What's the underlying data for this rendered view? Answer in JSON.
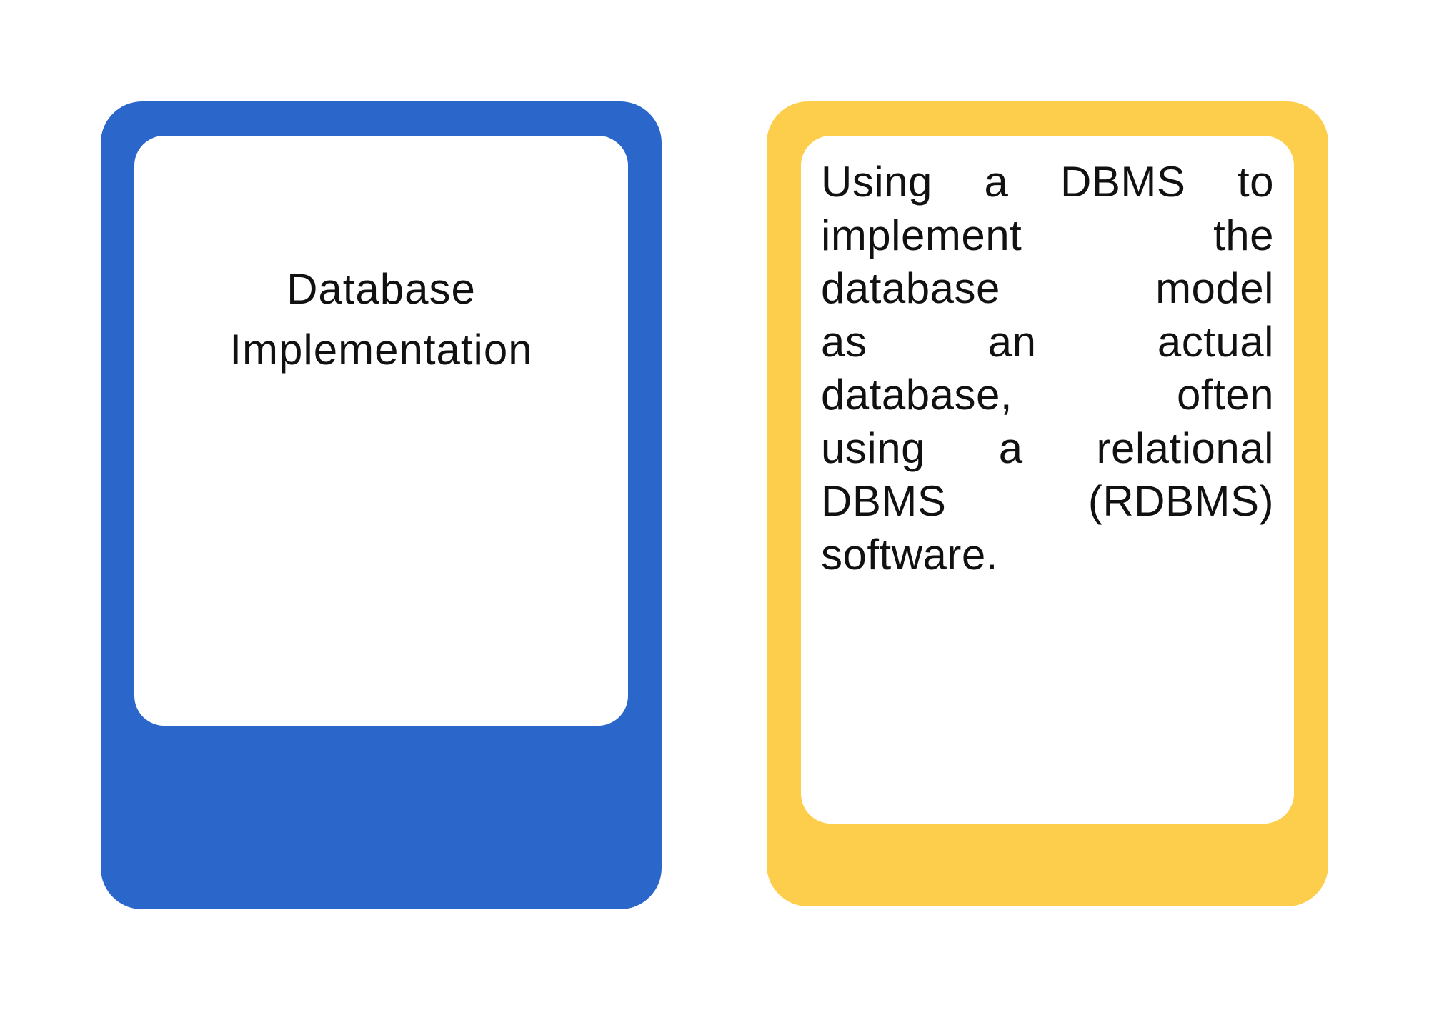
{
  "page": {
    "background_color": "#FFFFFF",
    "text_color": "#111111"
  },
  "cards": {
    "front": {
      "accent_color": "#2B67CA",
      "title": "Database Implementation"
    },
    "back": {
      "accent_color": "#FDCE4C",
      "text": "Using a DBMS to implement the database model as an actual database, often using a relational DBMS (RDBMS) software.",
      "lines": [
        "Using a DBMS to",
        "implement the",
        "database model",
        "as an actual",
        "database, often",
        "using a relational",
        "DBMS (RDBMS)",
        "software."
      ]
    }
  }
}
